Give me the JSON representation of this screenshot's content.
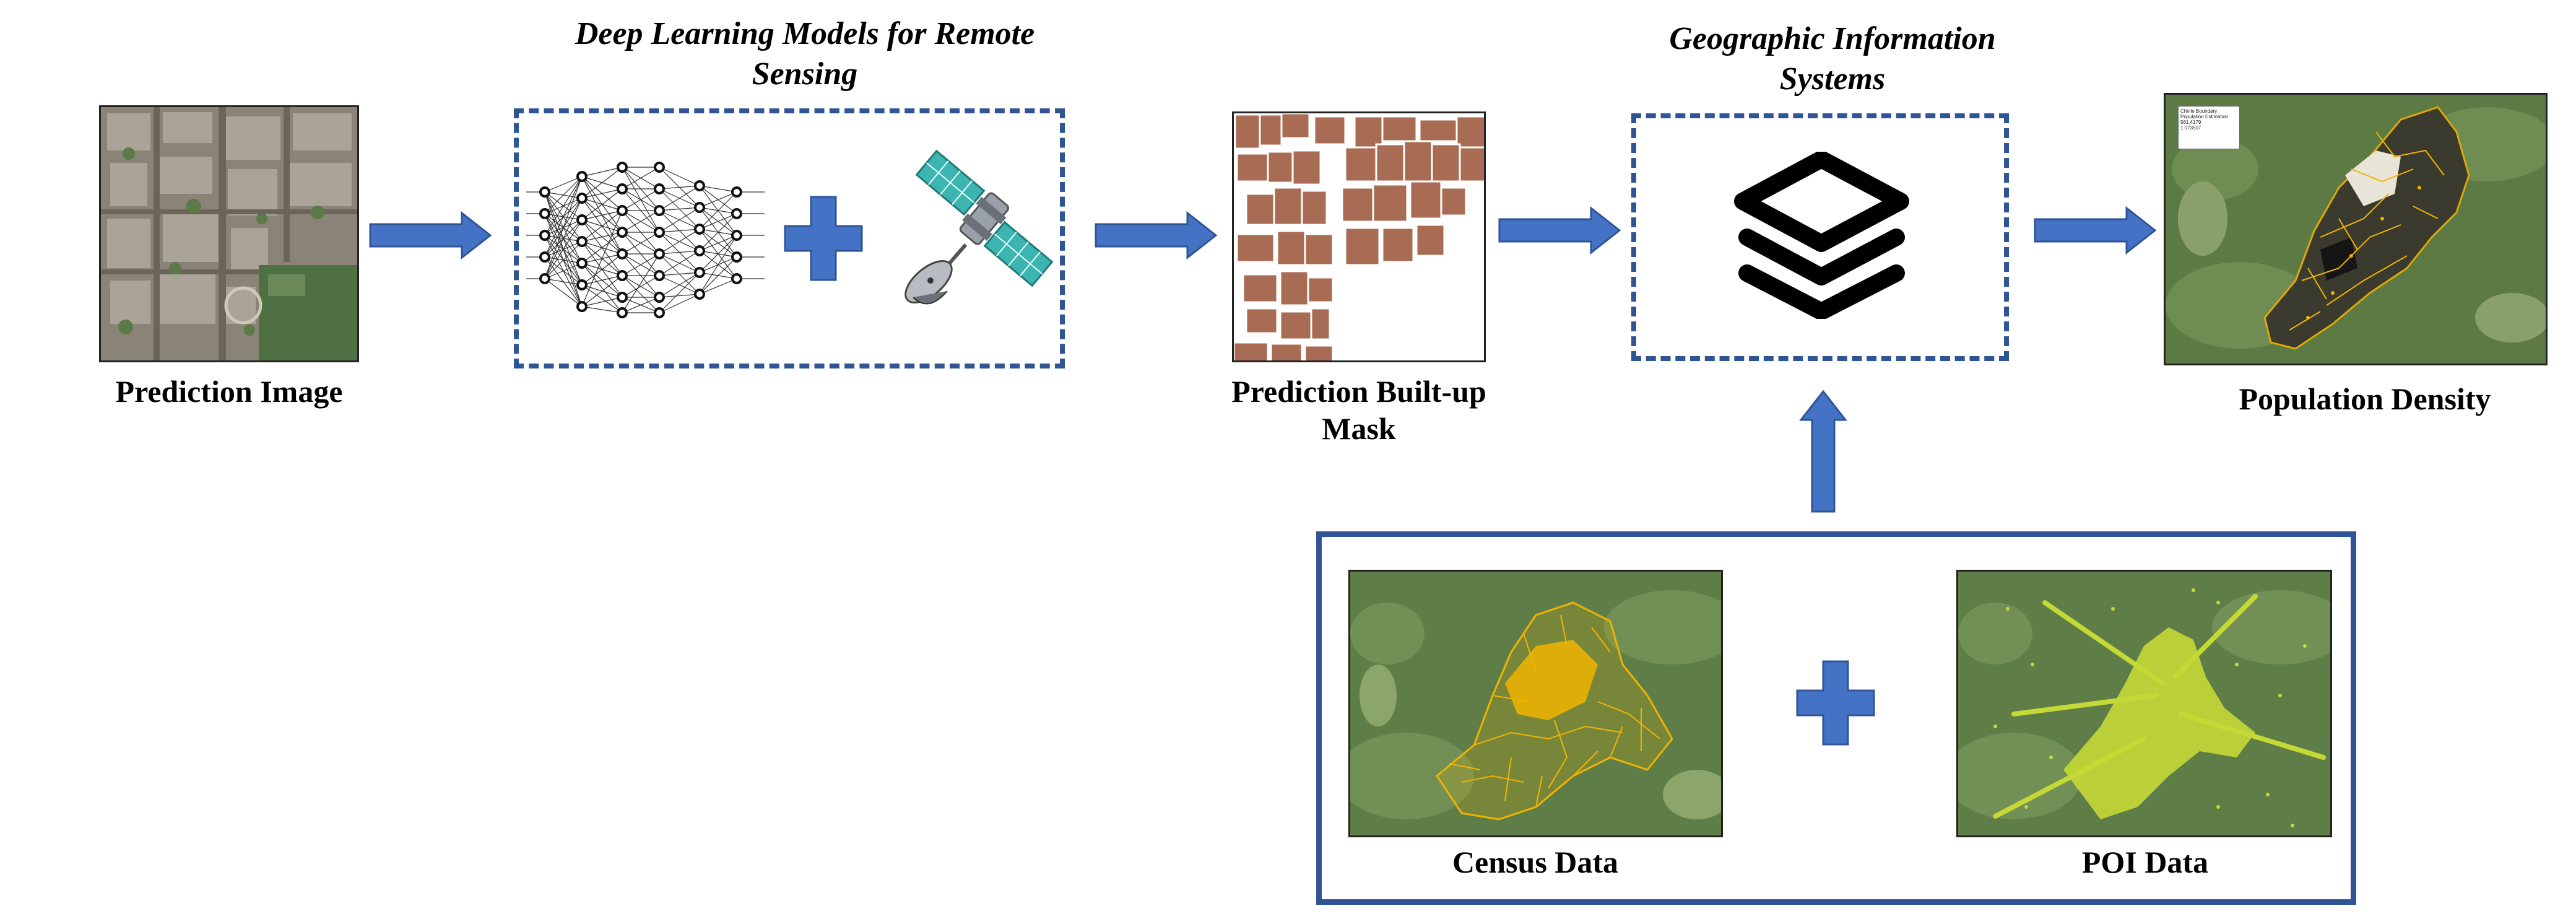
{
  "labels": {
    "prediction_image": "Prediction Image",
    "dl_title": "Deep Learning Models for Remote Sensing",
    "mask_line1": "Prediction Built-up",
    "mask_line2": "Mask",
    "gis_line1": "Geographic Information",
    "gis_line2": "Systems",
    "population_density": "Population Density",
    "census_data": "Census Data",
    "poi_data": "POI Data"
  },
  "legend": {
    "item1": "Chinle Boundary",
    "item2": "Population Estimation",
    "item3": "561.4179",
    "item4": "1.073507"
  },
  "colors": {
    "accent_blue": "#4472c4",
    "box_blue": "#2f5597",
    "building_brown": "#a86b53",
    "boundary_orange": "#f0b400",
    "poi_yellowgreen": "#c5d936",
    "satellite_teal": "#3cb4b0"
  },
  "icons": [
    "neural-network-icon",
    "plus-icon",
    "satellite-icon",
    "layers-icon",
    "arrow-right-icon",
    "arrow-up-icon"
  ]
}
